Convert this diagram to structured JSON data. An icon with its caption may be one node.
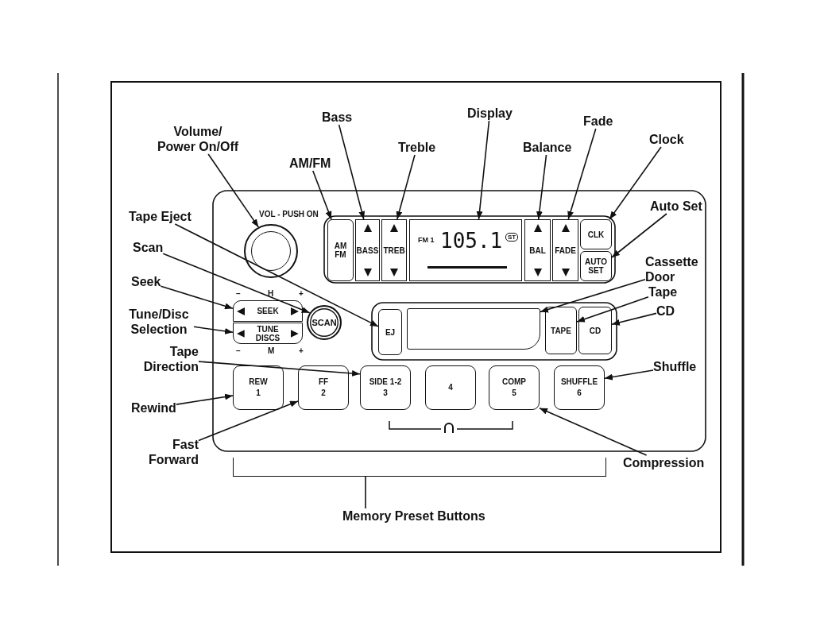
{
  "diagram": {
    "nodes": [
      {
        "text": [
          "Bass"
        ]
      },
      {
        "text": [
          "Display"
        ]
      },
      {
        "text": [
          "Fade"
        ]
      },
      {
        "text": [
          "Treble"
        ]
      },
      {
        "text": [
          "Clock"
        ]
      },
      {
        "text": [
          "Volume/ Power On/Off"
        ]
      },
      {
        "text": [
          "Balance"
        ]
      },
      {
        "text": [
          "AM/FM"
        ]
      },
      {
        "text": [
          "Tape Eject"
        ]
      },
      {
        "text": [
          "Auto Set"
        ]
      },
      {
        "text": [],
        "shape": "circle"
      },
      {
        "text": [
          "AM FM"
        ]
      },
      {
        "text": [
          "BASS"
        ]
      },
      {
        "text": [
          "TREB"
        ]
      },
      {
        "text": [
          "FM 1",
          "105.1",
          "ST"
        ]
      },
      {
        "text": [
          "BAL"
        ]
      },
      {
        "text": [
          "FADE"
        ]
      },
      {
        "text": [
          "CLK"
        ]
      },
      {
        "text": [
          "AUTO SET"
        ]
      },
      {
        "text": [
          "Scan"
        ]
      },
      {
        "text": [
          "Cassette Door"
        ]
      },
      {
        "text": [
          "Seek"
        ]
      },
      {
        "text": [
          "Tape"
        ]
      },
      {
        "text": [
          "CD"
        ]
      },
      {
        "text": [
          "Tune/Disc Selection"
        ]
      },
      {
        "text": [
          "SEEK"
        ]
      },
      {
        "text": [
          "TUNE DISCS"
        ]
      },
      {
        "text": [
          "SCAN"
        ]
      },
      {
        "text": [
          "EJ"
        ]
      },
      {
        "text": [],
        "shape": "box"
      },
      {
        "text": [
          "TAPE"
        ]
      },
      {
        "text": [
          "CD"
        ]
      },
      {
        "text": [
          "Tape Direction"
        ]
      },
      {
        "text": [
          "Shuffle"
        ]
      },
      {
        "text": [
          "REW",
          "1"
        ]
      },
      {
        "text": [
          "FF",
          "2"
        ]
      },
      {
        "text": [
          "SIDE 1-2",
          "3"
        ]
      },
      {
        "text": [
          "4"
        ]
      },
      {
        "text": [
          "COMP",
          "5"
        ]
      },
      {
        "text": [
          "SHUFFLE",
          "6"
        ]
      },
      {
        "text": [
          "Rewind"
        ]
      },
      {
        "text": [
          "Fast Forward"
        ]
      },
      {
        "text": [
          "Compression"
        ]
      },
      {
        "text": [],
        "shape": "bracket"
      },
      {
        "text": [
          "Memory Preset Buttons"
        ]
      }
    ],
    "edges": [
      {
        "from": 0,
        "to": 12,
        "arrow": "to"
      },
      {
        "from": 1,
        "to": 14,
        "arrow": "to"
      },
      {
        "from": 2,
        "to": 16,
        "arrow": "to"
      },
      {
        "from": 3,
        "to": 13,
        "arrow": "to"
      },
      {
        "from": 4,
        "to": 17,
        "arrow": "to"
      },
      {
        "from": 5,
        "to": 10,
        "arrow": "to"
      },
      {
        "from": 6,
        "to": 15,
        "arrow": "to"
      },
      {
        "from": 7,
        "to": 11,
        "arrow": "to"
      },
      {
        "from": 8,
        "to": 28,
        "arrow": "to"
      },
      {
        "from": 9,
        "to": 18,
        "arrow": "to"
      },
      {
        "from": 19,
        "to": 27,
        "arrow": "to"
      },
      {
        "from": 20,
        "to": 29,
        "arrow": "to"
      },
      {
        "from": 21,
        "to": 25,
        "arrow": "to"
      },
      {
        "from": 22,
        "to": 30,
        "arrow": "to"
      },
      {
        "from": 23,
        "to": 31,
        "arrow": "to"
      },
      {
        "from": 24,
        "to": 26,
        "arrow": "to"
      },
      {
        "from": 32,
        "to": 36,
        "arrow": "to"
      },
      {
        "from": 33,
        "to": 39,
        "arrow": "to"
      },
      {
        "from": 40,
        "to": 34,
        "arrow": "to"
      },
      {
        "from": 41,
        "to": 35,
        "arrow": "to"
      },
      {
        "from": 42,
        "to": 38,
        "arrow": "to"
      },
      {
        "from": 44,
        "to": 43,
        "arrow": "none"
      }
    ],
    "labels": [
      "VOL - PUSH ON",
      "–",
      "H",
      "+",
      "–",
      "M",
      "+"
    ]
  }
}
